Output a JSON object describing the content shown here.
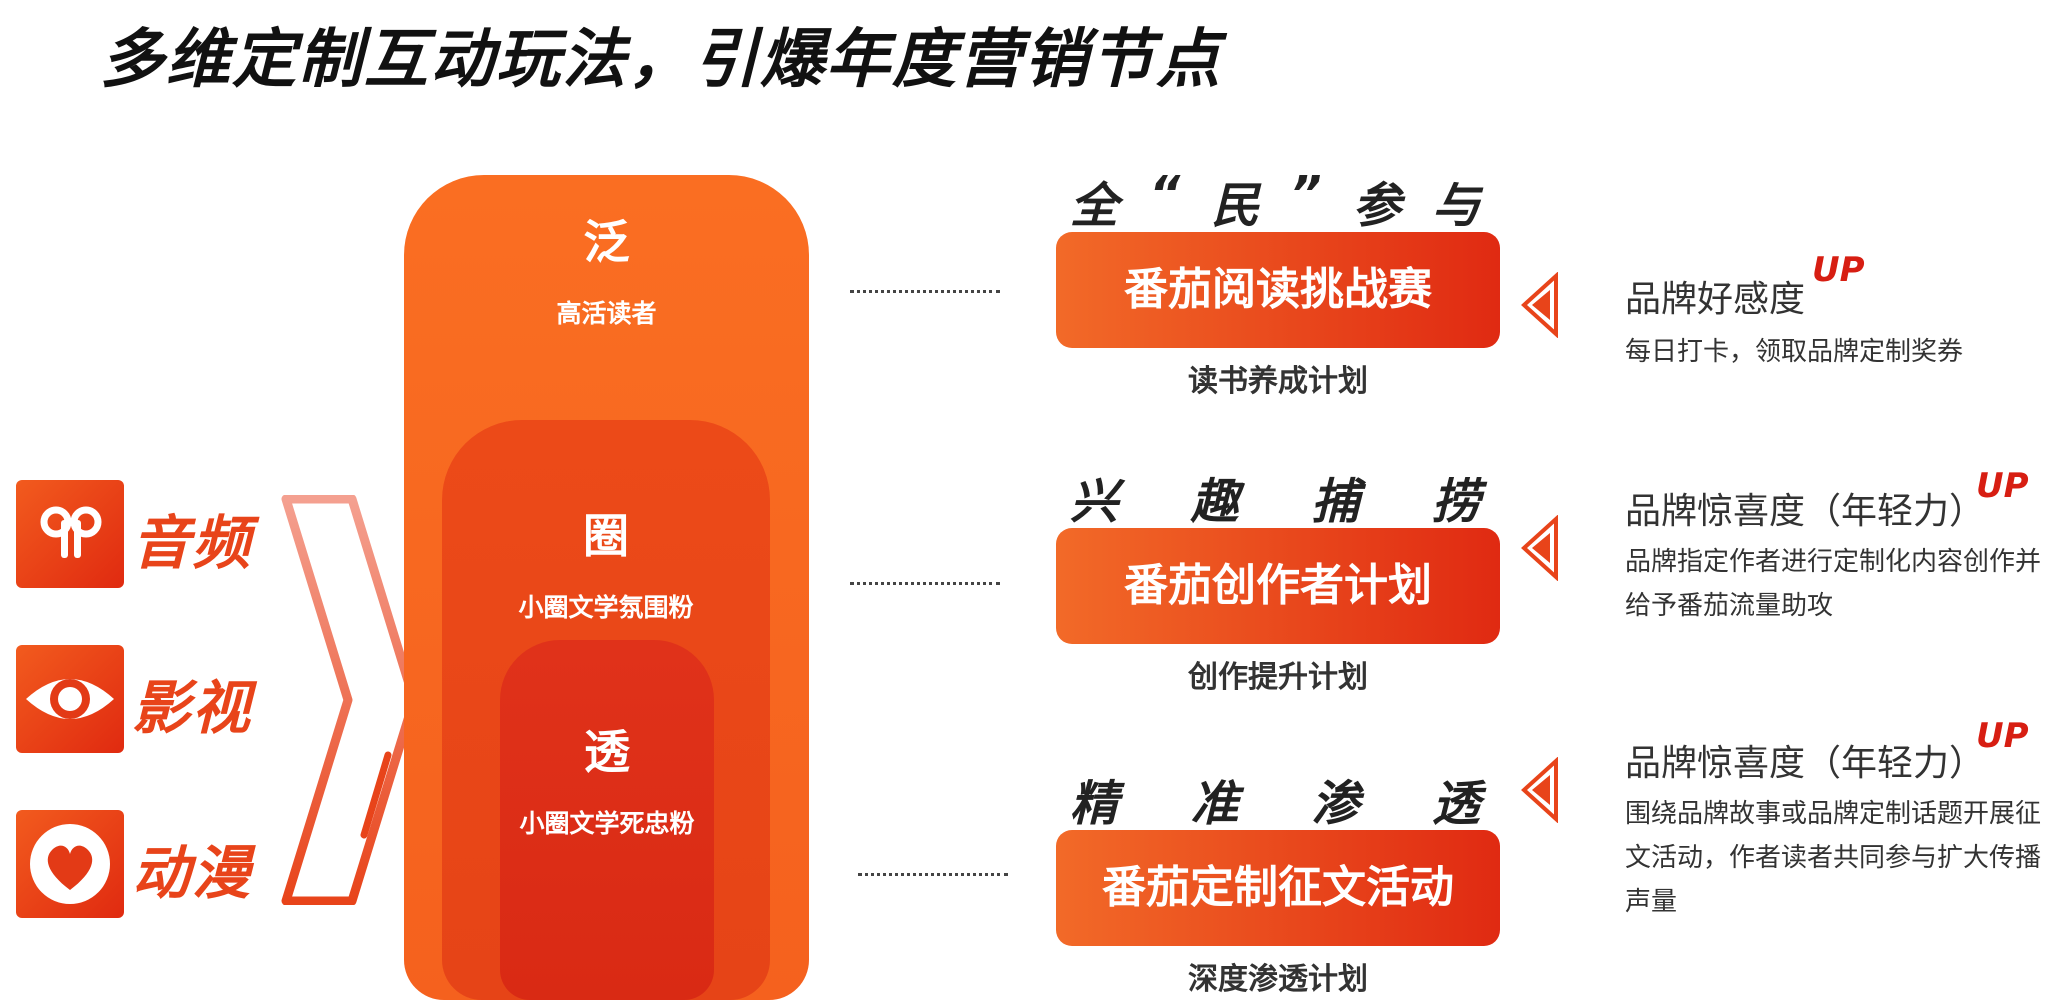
{
  "title": "多维定制互动玩法，引爆年度营销节点",
  "media": [
    {
      "label": "音频",
      "icon": "airpods-icon"
    },
    {
      "label": "影视",
      "icon": "eye-icon"
    },
    {
      "label": "动漫",
      "icon": "heart-icon"
    }
  ],
  "funnel": {
    "outer": {
      "char": "泛",
      "desc": "高活读者"
    },
    "middle": {
      "char": "圈",
      "desc": "小圈文学氛围粉"
    },
    "inner": {
      "char": "透",
      "desc": "小圈文学死忠粉"
    }
  },
  "programs": [
    {
      "tagline": [
        "全",
        "“",
        "民",
        "”",
        "参",
        "与"
      ],
      "name": "番茄阅读挑战赛",
      "sub": "读书养成计划",
      "benefit_title": "品牌好感度",
      "up": "UP",
      "benefit_desc": "每日打卡，领取品牌定制奖券"
    },
    {
      "tagline": [
        "兴",
        "趣",
        "捕",
        "捞"
      ],
      "name": "番茄创作者计划",
      "sub": "创作提升计划",
      "benefit_title": "品牌惊喜度（年轻力）",
      "up": "UP",
      "benefit_desc": "品牌指定作者进行定制化内容创作并给予番茄流量助攻"
    },
    {
      "tagline": [
        "精",
        "准",
        "渗",
        "透"
      ],
      "name": "番茄定制征文活动",
      "sub": "深度渗透计划",
      "benefit_title": "品牌惊喜度（年轻力）",
      "up": "UP",
      "benefit_desc": "围绕品牌故事或品牌定制话题开展征文活动，作者读者共同参与扩大传播声量"
    }
  ],
  "colors": {
    "accent": "#e8441a",
    "deep": "#d71e12",
    "outer": "#f96c22"
  }
}
